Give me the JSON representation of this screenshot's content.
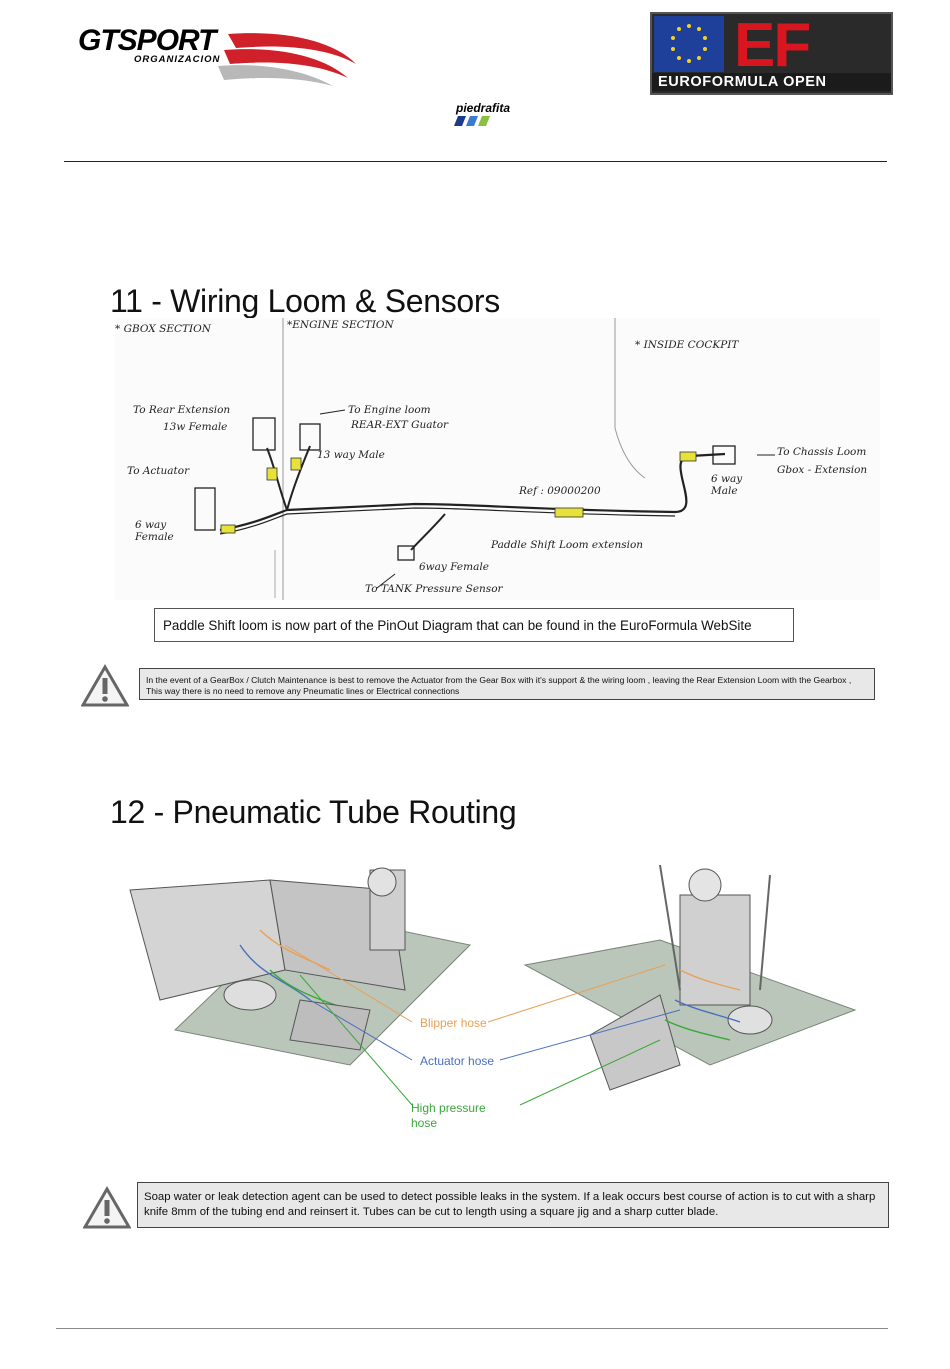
{
  "header": {
    "gt_brand_part1": "GT",
    "gt_brand_part2": "SPORT",
    "gt_subtitle": "ORGANIZACION",
    "ef_letters": "EF",
    "ef_caption": "EUROFORMULA OPEN",
    "pf_brand": "piedrafita"
  },
  "section11": {
    "title": "11 - Wiring Loom & Sensors",
    "sketch_labels": {
      "gbox_section": "* GBOX SECTION",
      "engine_section": "*ENGINE SECTION",
      "inside_cockpit": "* INSIDE COCKPIT",
      "to_rear_extension": "To Rear Extension",
      "rear_ext_pins": "13w Female",
      "to_engine_loom": "To Engine loom",
      "rear_ext_guator": "REAR-EXT Guator",
      "way13_male": "13 way Male",
      "to_actuator": "To Actuator",
      "way6_female_left": "6 way",
      "female_left": "Female",
      "ref": "Ref : 09000200",
      "to_chassis_loom": "To Chassis Loom",
      "gbox_extension": "Gbox - Extension",
      "way6_male": "6 way",
      "male": "Male",
      "paddle_shift_ext": "Paddle Shift Loom extension",
      "way6_female_bottom": "6way Female",
      "to_tank_sensor": "To TANK Pressure Sensor"
    },
    "note": "Paddle Shift loom is now part of the PinOut Diagram that can be found in the EuroFormula WebSite",
    "warning": "In the event of a GearBox / Clutch Maintenance is best to remove the Actuator from the Gear Box with it's support & the wiring loom , leaving the Rear Extension Loom with the Gearbox , This way there is no need to remove any Pneumatic lines or Electrical connections"
  },
  "section12": {
    "title": "12 - Pneumatic Tube Routing",
    "callouts": {
      "blipper": "Blipper hose",
      "actuator": "Actuator hose",
      "high_pressure_1": "High pressure",
      "high_pressure_2": "hose"
    },
    "callout_colors": {
      "blipper": "#e8a055",
      "actuator": "#4a6fc0",
      "high_pressure": "#3aa83a"
    },
    "warning": "Soap water or leak detection agent can be used to detect possible leaks in the system. If a leak occurs best course of action is to cut with a sharp knife 8mm of the tubing end and reinsert it. Tubes can be cut to length using a square jig and a sharp cutter blade."
  }
}
